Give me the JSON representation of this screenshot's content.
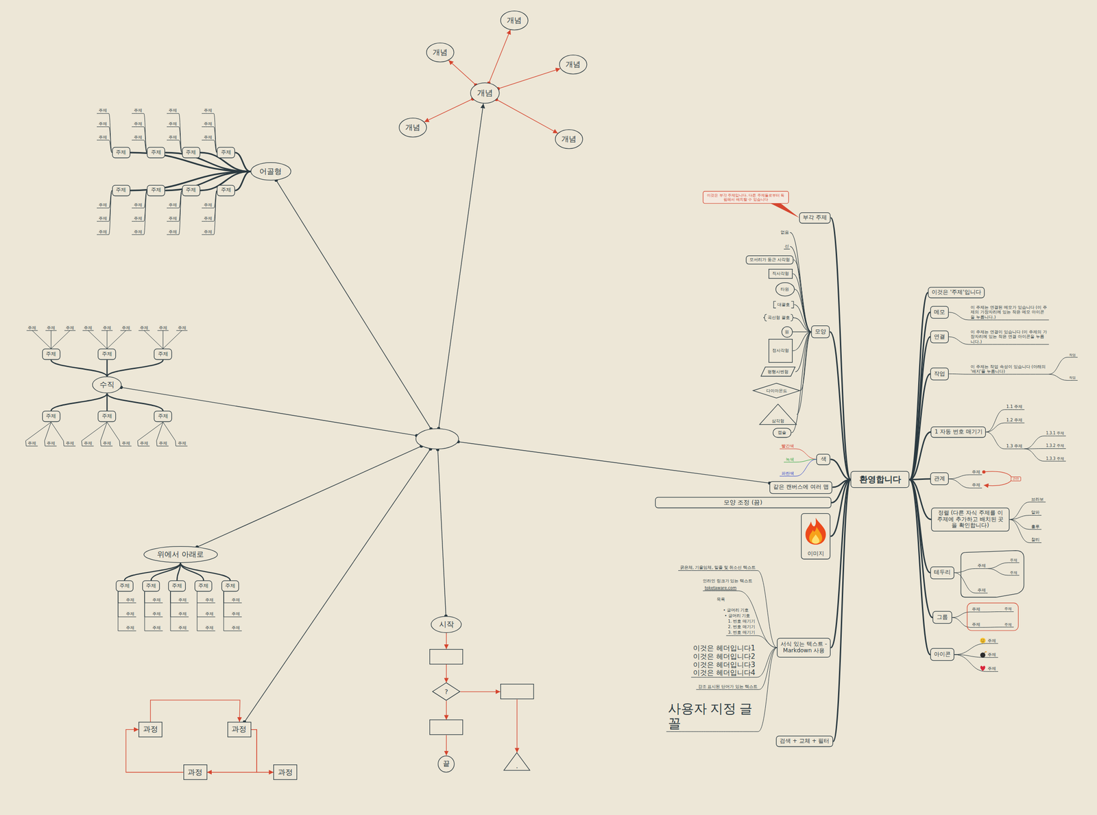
{
  "diagram": {
    "nodes": [
      {
        "text": []
      },
      {
        "text": [
          "개념"
        ]
      },
      {
        "text": [
          "개념"
        ]
      },
      {
        "text": [
          "개념"
        ]
      },
      {
        "text": [
          "개념"
        ]
      },
      {
        "text": [
          "개념"
        ]
      },
      {
        "text": [
          "개념"
        ]
      },
      {
        "text": [
          "어골형"
        ]
      },
      {
        "text": [
          "주제"
        ]
      },
      {
        "text": [
          "주제"
        ]
      },
      {
        "text": [
          "주제"
        ]
      },
      {
        "text": [
          "주제"
        ]
      },
      {
        "text": [
          "주제"
        ]
      },
      {
        "text": [
          "주제"
        ]
      },
      {
        "text": [
          "주제"
        ]
      },
      {
        "text": [
          "주제"
        ]
      },
      {
        "text": [
          "수직"
        ]
      },
      {
        "text": [
          "주제"
        ]
      },
      {
        "text": [
          "주제"
        ]
      },
      {
        "text": [
          "주제"
        ]
      },
      {
        "text": [
          "주제"
        ]
      },
      {
        "text": [
          "주제"
        ]
      },
      {
        "text": [
          "주제"
        ]
      },
      {
        "text": [
          "위에서 아래로"
        ]
      },
      {
        "text": [
          "주제"
        ]
      },
      {
        "text": [
          "주제"
        ]
      },
      {
        "text": [
          "주제"
        ]
      },
      {
        "text": [
          "주제"
        ]
      },
      {
        "text": [
          "주제"
        ]
      },
      {
        "text": [
          "과정"
        ]
      },
      {
        "text": [
          "과정"
        ]
      },
      {
        "text": [
          "과정"
        ]
      },
      {
        "text": [
          "과정"
        ]
      },
      {
        "text": [
          "시작"
        ]
      },
      {
        "text": []
      },
      {
        "text": [
          "?"
        ]
      },
      {
        "text": []
      },
      {
        "text": [
          "끝"
        ]
      },
      {
        "text": []
      },
      {
        "text": [
          "."
        ]
      },
      {
        "text": [
          "환영합니다"
        ]
      },
      {
        "text": [
          "이것은 부각 주제입니다. 다른 주제들로부터 독립해서 배치할 수 있습니다"
        ]
      },
      {
        "text": [
          "부각 주제"
        ]
      },
      {
        "text": [
          "모양"
        ]
      },
      {
        "text": [
          "없음"
        ]
      },
      {
        "text": [
          "선"
        ]
      },
      {
        "text": [
          "모서리가 둥근 사각형"
        ]
      },
      {
        "text": [
          "직사각형"
        ]
      },
      {
        "text": [
          "타원"
        ]
      },
      {
        "text": [
          "대괄호"
        ]
      },
      {
        "text": [
          "곡선형 괄호"
        ]
      },
      {
        "text": [
          "원"
        ]
      },
      {
        "text": [
          "정사각형"
        ]
      },
      {
        "text": [
          "평행사변형"
        ]
      },
      {
        "text": [
          "다이아몬드"
        ]
      },
      {
        "text": [
          "삼각형"
        ]
      },
      {
        "text": [
          "캡슐"
        ]
      },
      {
        "text": [
          "색"
        ]
      },
      {
        "text": [
          "같은 캔버스에 여러 맵"
        ]
      },
      {
        "text": [
          "모양 조정 (끔)"
        ]
      },
      {
        "text": [
          "이미지"
        ]
      },
      {
        "text": [
          "서식 있는 텍스트 - Markdown 사용"
        ]
      },
      {
        "text": [
          "검색 + 교체 + 필터"
        ]
      },
      {
        "text": [
          "이것은 '주제'입니다"
        ]
      },
      {
        "text": [
          "메모"
        ]
      },
      {
        "text": [
          "연결"
        ]
      },
      {
        "text": [
          "작업"
        ]
      },
      {
        "text": [
          "1 자동 번호 매기기"
        ]
      },
      {
        "text": [
          "관계"
        ]
      },
      {
        "text": [
          "정렬 (다른 자식 주제를 이 주제에 추가하고 배치된 곳을 확인합니다)"
        ]
      },
      {
        "text": [
          "테두리"
        ]
      },
      {
        "text": [
          "그룹"
        ]
      },
      {
        "text": [
          "아이콘"
        ]
      }
    ],
    "edges": [
      {
        "from": 0,
        "to": 1,
        "arrow": "to"
      },
      {
        "from": 0,
        "to": 7,
        "arrow": "none"
      },
      {
        "from": 0,
        "to": 16,
        "arrow": "none"
      },
      {
        "from": 0,
        "to": 23,
        "arrow": "none"
      },
      {
        "from": 0,
        "to": 30,
        "arrow": "none"
      },
      {
        "from": 0,
        "to": 33,
        "arrow": "none"
      },
      {
        "from": 0,
        "to": 58,
        "arrow": "none"
      },
      {
        "from": 1,
        "to": 2,
        "arrow": "to"
      },
      {
        "from": 1,
        "to": 3,
        "arrow": "to"
      },
      {
        "from": 1,
        "to": 4,
        "arrow": "to"
      },
      {
        "from": 1,
        "to": 5,
        "arrow": "to"
      },
      {
        "from": 1,
        "to": 6,
        "arrow": "to"
      },
      {
        "from": 7,
        "to": 8,
        "arrow": "none"
      },
      {
        "from": 7,
        "to": 9,
        "arrow": "none"
      },
      {
        "from": 7,
        "to": 10,
        "arrow": "none"
      },
      {
        "from": 7,
        "to": 11,
        "arrow": "none"
      },
      {
        "from": 7,
        "to": 12,
        "arrow": "none"
      },
      {
        "from": 7,
        "to": 13,
        "arrow": "none"
      },
      {
        "from": 7,
        "to": 14,
        "arrow": "none"
      },
      {
        "from": 7,
        "to": 15,
        "arrow": "none"
      },
      {
        "from": 16,
        "to": 17,
        "arrow": "none"
      },
      {
        "from": 16,
        "to": 18,
        "arrow": "none"
      },
      {
        "from": 16,
        "to": 19,
        "arrow": "none"
      },
      {
        "from": 16,
        "to": 20,
        "arrow": "none"
      },
      {
        "from": 16,
        "to": 21,
        "arrow": "none"
      },
      {
        "from": 16,
        "to": 22,
        "arrow": "none"
      },
      {
        "from": 23,
        "to": 24,
        "arrow": "none"
      },
      {
        "from": 23,
        "to": 25,
        "arrow": "none"
      },
      {
        "from": 23,
        "to": 26,
        "arrow": "none"
      },
      {
        "from": 23,
        "to": 27,
        "arrow": "none"
      },
      {
        "from": 23,
        "to": 28,
        "arrow": "none"
      },
      {
        "from": 29,
        "to": 30,
        "arrow": "to"
      },
      {
        "from": 30,
        "to": 31,
        "arrow": "to"
      },
      {
        "from": 30,
        "to": 32,
        "arrow": "to"
      },
      {
        "from": 31,
        "to": 29,
        "arrow": "to"
      },
      {
        "from": 33,
        "to": 34,
        "arrow": "to"
      },
      {
        "from": 34,
        "to": 35,
        "arrow": "to"
      },
      {
        "from": 35,
        "to": 36,
        "arrow": "to"
      },
      {
        "from": 35,
        "to": 38,
        "arrow": "to"
      },
      {
        "from": 36,
        "to": 37,
        "arrow": "to"
      },
      {
        "from": 38,
        "to": 39,
        "arrow": "to"
      },
      {
        "from": 40,
        "to": 42,
        "arrow": "none"
      },
      {
        "from": 40,
        "to": 43,
        "arrow": "none"
      },
      {
        "from": 40,
        "to": 57,
        "arrow": "none"
      },
      {
        "from": 40,
        "to": 58,
        "arrow": "none"
      },
      {
        "from": 40,
        "to": 59,
        "arrow": "none"
      },
      {
        "from": 40,
        "to": 60,
        "arrow": "none"
      },
      {
        "from": 40,
        "to": 61,
        "arrow": "none"
      },
      {
        "from": 40,
        "to": 62,
        "arrow": "none"
      },
      {
        "from": 40,
        "to": 63,
        "arrow": "none"
      },
      {
        "from": 40,
        "to": 64,
        "arrow": "none"
      },
      {
        "from": 40,
        "to": 65,
        "arrow": "none"
      },
      {
        "from": 40,
        "to": 66,
        "arrow": "none"
      },
      {
        "from": 40,
        "to": 67,
        "arrow": "none"
      },
      {
        "from": 40,
        "to": 68,
        "arrow": "none"
      },
      {
        "from": 40,
        "to": 69,
        "arrow": "none"
      },
      {
        "from": 40,
        "to": 70,
        "arrow": "none"
      },
      {
        "from": 40,
        "to": 71,
        "arrow": "none"
      },
      {
        "from": 40,
        "to": 72,
        "arrow": "none"
      },
      {
        "from": 43,
        "to": 44,
        "arrow": "none"
      },
      {
        "from": 43,
        "to": 45,
        "arrow": "none"
      },
      {
        "from": 43,
        "to": 46,
        "arrow": "none"
      },
      {
        "from": 43,
        "to": 47,
        "arrow": "none"
      },
      {
        "from": 43,
        "to": 48,
        "arrow": "none"
      },
      {
        "from": 43,
        "to": 49,
        "arrow": "none"
      },
      {
        "from": 43,
        "to": 50,
        "arrow": "none"
      },
      {
        "from": 43,
        "to": 51,
        "arrow": "none"
      },
      {
        "from": 43,
        "to": 52,
        "arrow": "none"
      },
      {
        "from": 43,
        "to": 53,
        "arrow": "none"
      },
      {
        "from": 43,
        "to": 54,
        "arrow": "none"
      },
      {
        "from": 43,
        "to": 55,
        "arrow": "none"
      },
      {
        "from": 43,
        "to": 56,
        "arrow": "none"
      }
    ],
    "labels": [
      "주제",
      "주제",
      "주제",
      "주제",
      "주제",
      "주제",
      "주제",
      "주제",
      "주제",
      "주제",
      "주제",
      "주제",
      "주제",
      "주제",
      "주제",
      "주제",
      "주제",
      "주제",
      "주제",
      "주제",
      "주제",
      "주제",
      "주제",
      "주제",
      "주제",
      "주제",
      "주제",
      "주제",
      "주제",
      "주제",
      "주제",
      "주제",
      "주제",
      "주제",
      "주제",
      "주제",
      "주제",
      "주제",
      "주제",
      "주제",
      "주제",
      "주제",
      "주제",
      "주제",
      "주제",
      "주제",
      "주제",
      "주제",
      "주제",
      "주제",
      "주제",
      "주제",
      "주제",
      "주제",
      "주제",
      "주제",
      "주제",
      "이 주제는 연결된 메모가 있습니다 (이 주제의 가장자리에 있는 작은 메모 아이콘을 누릅니다.)",
      "이 주제는 연결이 있습니다 (이 주제의 가장자리에 있는 작은 연결 아이콘을 누릅니다.)",
      "이 주제는 작업 속성이 있습니다 (아래의 '배지'를 누릅니다)",
      "작업",
      "작업",
      "1.1 주제",
      "1.2 주제",
      "1.3 주제",
      "1.3.1 주제",
      "1.3.2 주제",
      "1.3.3 주제",
      "주제",
      "주제",
      "관련",
      "브라보",
      "알파",
      "훌루",
      "찰리",
      "주제",
      "주제",
      "주제",
      "주제",
      "주제",
      "주제",
      "주제",
      "주제",
      "주제",
      "주제",
      "주제",
      "빨간색",
      "녹색",
      "파란색",
      "굵은체, 기울임체, 밑줄 및 취소선 텍스트",
      "인라인 링크가 있는 텍스트",
      "toketaware.com",
      "목록",
      "• 글머리 기호",
      "• 글머리 기호",
      "1. 번호 매기기",
      "2. 번호 매기기",
      "3. 번호 매기기",
      "이것은 헤더입니다1",
      "이것은 헤더입니다2",
      "이것은 헤더입니다3",
      "이것은 헤더입니다4",
      "강조 표시된 단어가 있는 텍스트",
      "사용자 지정 글꼴"
    ]
  }
}
